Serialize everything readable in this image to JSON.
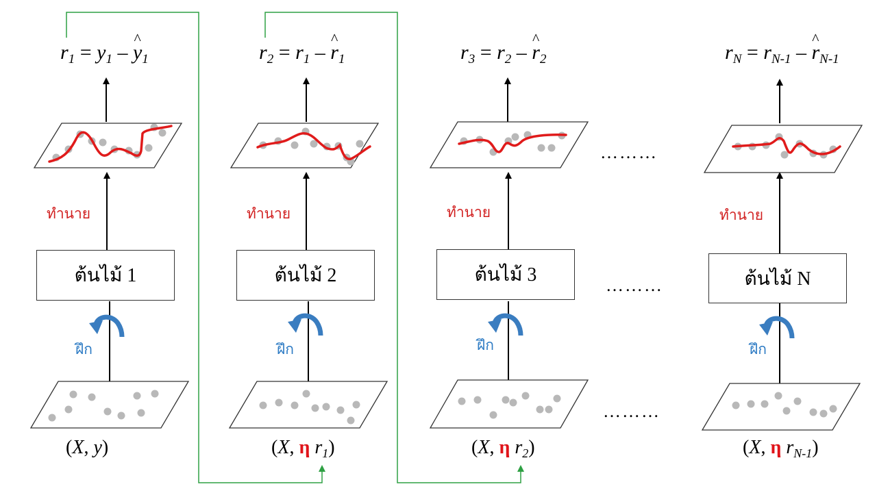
{
  "stages": [
    {
      "residual": {
        "lhs": "r",
        "lhs_sub": "1",
        "op1": "=",
        "a": "y",
        "a_sub": "1",
        "op2": "–",
        "b": "y",
        "b_sub": "1",
        "b_hat": true
      },
      "predict_label": "ทำนาย",
      "tree_label": "ต้นไม้ 1",
      "train_label": "ฝึก",
      "input": {
        "open": "(",
        "x": "X",
        "sep": ", ",
        "eta": "",
        "r": "y",
        "r_sub": "",
        "close": ")"
      }
    },
    {
      "residual": {
        "lhs": "r",
        "lhs_sub": "2",
        "op1": "=",
        "a": "r",
        "a_sub": "1",
        "op2": "–",
        "b": "r",
        "b_sub": "1",
        "b_hat": true
      },
      "predict_label": "ทำนาย",
      "tree_label": "ต้นไม้ 2",
      "train_label": "ฝึก",
      "input": {
        "open": "(",
        "x": "X",
        "sep": ", ",
        "eta": "η",
        "r": "r",
        "r_sub": "1",
        "close": ")"
      }
    },
    {
      "residual": {
        "lhs": "r",
        "lhs_sub": "3",
        "op1": "=",
        "a": "r",
        "a_sub": "2",
        "op2": "–",
        "b": "r",
        "b_sub": "2",
        "b_hat": true
      },
      "predict_label": "ทำนาย",
      "tree_label": "ต้นไม้ 3",
      "train_label": "ฝึก",
      "input": {
        "open": "(",
        "x": "X",
        "sep": ", ",
        "eta": "η",
        "r": "r",
        "r_sub": "2",
        "close": ")"
      }
    },
    {
      "residual": {
        "lhs": "r",
        "lhs_sub": "N",
        "op1": "=",
        "a": "r",
        "a_sub": "N-1",
        "op2": "–",
        "b": "r",
        "b_sub": "N-1",
        "b_hat": true
      },
      "predict_label": "ทำนาย",
      "tree_label": "ต้นไม้ N",
      "train_label": "ฝึก",
      "input": {
        "open": "(",
        "x": "X",
        "sep": ", ",
        "eta": "η",
        "r": "r",
        "r_sub": "N-1",
        "close": ")"
      }
    }
  ],
  "ellipsis": "………",
  "colors": {
    "fit_curve": "#e01b1b",
    "points": "#b8b8b8",
    "predict_text": "#d11f1f",
    "train_text": "#2d7bc4",
    "train_arrow": "#3a7dc0",
    "connector": "#2ea043",
    "eta": "#e0141a"
  },
  "icons": {
    "up_arrow": "arrow-up-icon",
    "train_arrow": "curved-arrow-icon",
    "connector_arrow": "arrow-up-icon"
  }
}
